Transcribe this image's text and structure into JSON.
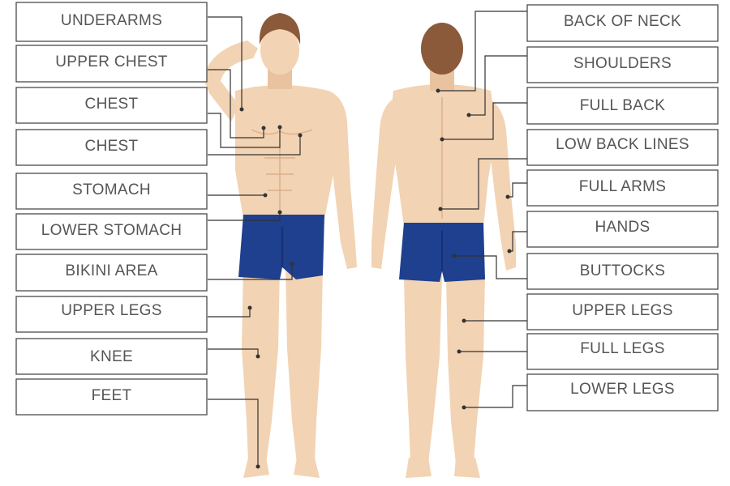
{
  "labels": {
    "left": [
      "UNDERARMS",
      "UPPER  CHEST",
      "CHEST",
      "CHEST",
      "STOMACH",
      "LOWER STOMACH",
      "BIKINI AREA",
      "UPPER LEGS",
      "KNEE",
      "FEET"
    ],
    "right": [
      "BACK  OF NECK",
      "SHOULDERS",
      "FULL BACK",
      "LOW BACK LINES",
      "FULL ARMS",
      "HANDS",
      "BUTTOCKS",
      "UPPER LEGS",
      "FULL  LEGS",
      "LOWER LEGS"
    ]
  },
  "colors": {
    "skin": "#f2d3b3",
    "skin_shadow": "#e2b693",
    "shorts": "#1f3f8f",
    "shorts_dark": "#173073",
    "hair": "#8a5a3a",
    "box_border": "#4a4a4a",
    "text": "#555555"
  }
}
